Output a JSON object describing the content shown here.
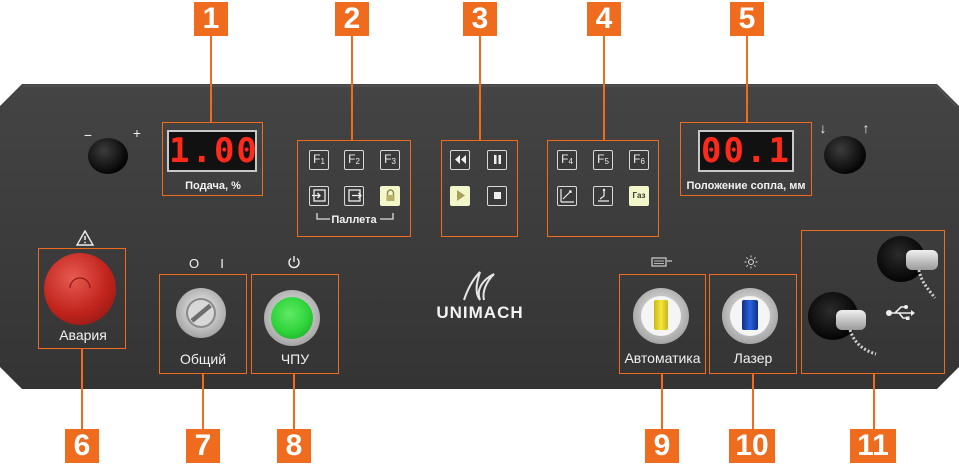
{
  "callouts": [
    "1",
    "2",
    "3",
    "4",
    "5",
    "6",
    "7",
    "8",
    "9",
    "10",
    "11"
  ],
  "feed": {
    "value": "1.00",
    "label": "Подача, %",
    "minus": "−",
    "plus": "+"
  },
  "pallet": {
    "keys_top": [
      {
        "f": "F",
        "n": "1"
      },
      {
        "f": "F",
        "n": "2"
      },
      {
        "f": "F",
        "n": "3"
      }
    ],
    "label": "Паллета"
  },
  "playback": {
    "icons": [
      "rewind-icon",
      "pause-icon",
      "play-icon",
      "stop-icon"
    ]
  },
  "fkeys2": {
    "keys_top": [
      {
        "f": "F",
        "n": "4"
      },
      {
        "f": "F",
        "n": "5"
      },
      {
        "f": "F",
        "n": "6"
      }
    ],
    "gas_label": "Газ"
  },
  "nozzle": {
    "value": "00.1",
    "label": "Положение сопла, мм",
    "down": "↓",
    "up": "↑"
  },
  "emergency": {
    "label": "Авария",
    "icon": "warning-icon"
  },
  "main_switch": {
    "label": "Общий",
    "off": "O",
    "on": "I"
  },
  "cnc": {
    "label": "ЧПУ",
    "icon": "power-icon",
    "indicator_color": "#2ed33a"
  },
  "brand": {
    "name": "UNIMACH"
  },
  "automation": {
    "label": "Автоматика",
    "icon": "cnc-machine-icon",
    "switch_color": "#f1e32a"
  },
  "laser": {
    "label": "Лазер",
    "icon": "laser-icon",
    "switch_color": "#1d4fc9"
  },
  "usb": {
    "icon": "usb-icon"
  },
  "colors": {
    "accent": "#ef6c1f",
    "panel": "#3a3a3a",
    "display_text": "#ff2a1a"
  }
}
